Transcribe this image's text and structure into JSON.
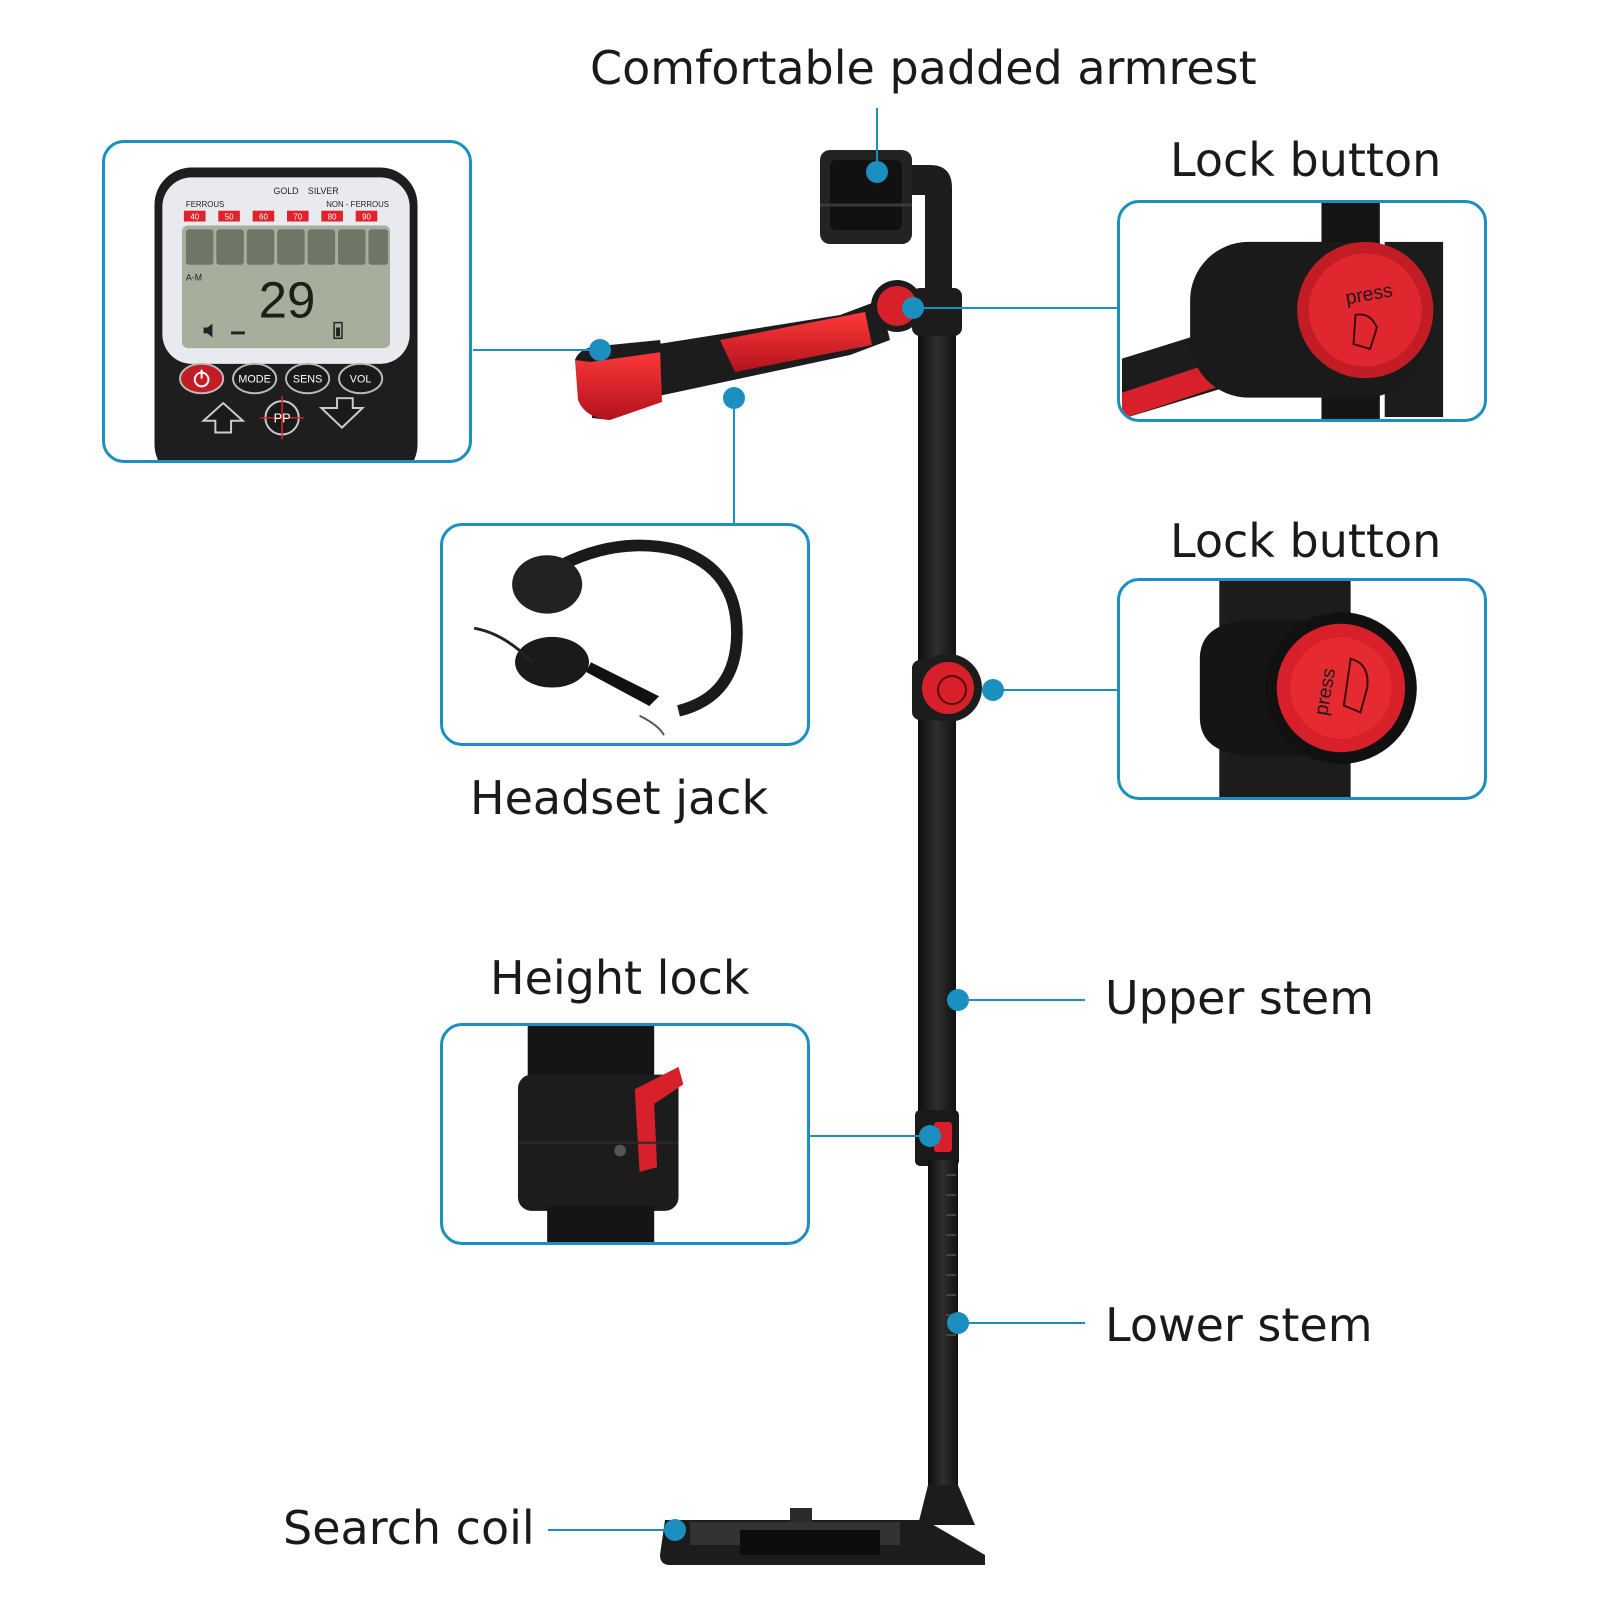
{
  "labels": {
    "armrest": "Comfortable padded armrest",
    "lock_button_upper": "Lock button",
    "lock_button_middle": "Lock button",
    "headset_jack": "Headset jack",
    "height_lock": "Height lock",
    "upper_stem": "Upper stem",
    "lower_stem": "Lower stem",
    "search_coil": "Search coil"
  },
  "control_box": {
    "top_legend_gold": "GOLD",
    "top_legend_silver": "SILVER",
    "ferrous": "FERROUS",
    "non_ferrous": "NON - FERROUS",
    "scale": [
      "40",
      "50",
      "60",
      "70",
      "80",
      "90"
    ],
    "mode_indicator": "A-M",
    "reading": "29",
    "buttons": {
      "power": "power",
      "mode": "MODE",
      "sens": "SENS",
      "vol": "VOL",
      "pinpoint": "PP"
    }
  },
  "lock_button_text": "press",
  "colors": {
    "accent_blue": "#1a8fc0",
    "body_black": "#1c1c1c",
    "handle_red": "#d8202a"
  },
  "icons": [
    "power-icon",
    "speaker-icon",
    "battery-icon",
    "arrow-up-icon",
    "arrow-down-icon",
    "headphones-icon"
  ]
}
